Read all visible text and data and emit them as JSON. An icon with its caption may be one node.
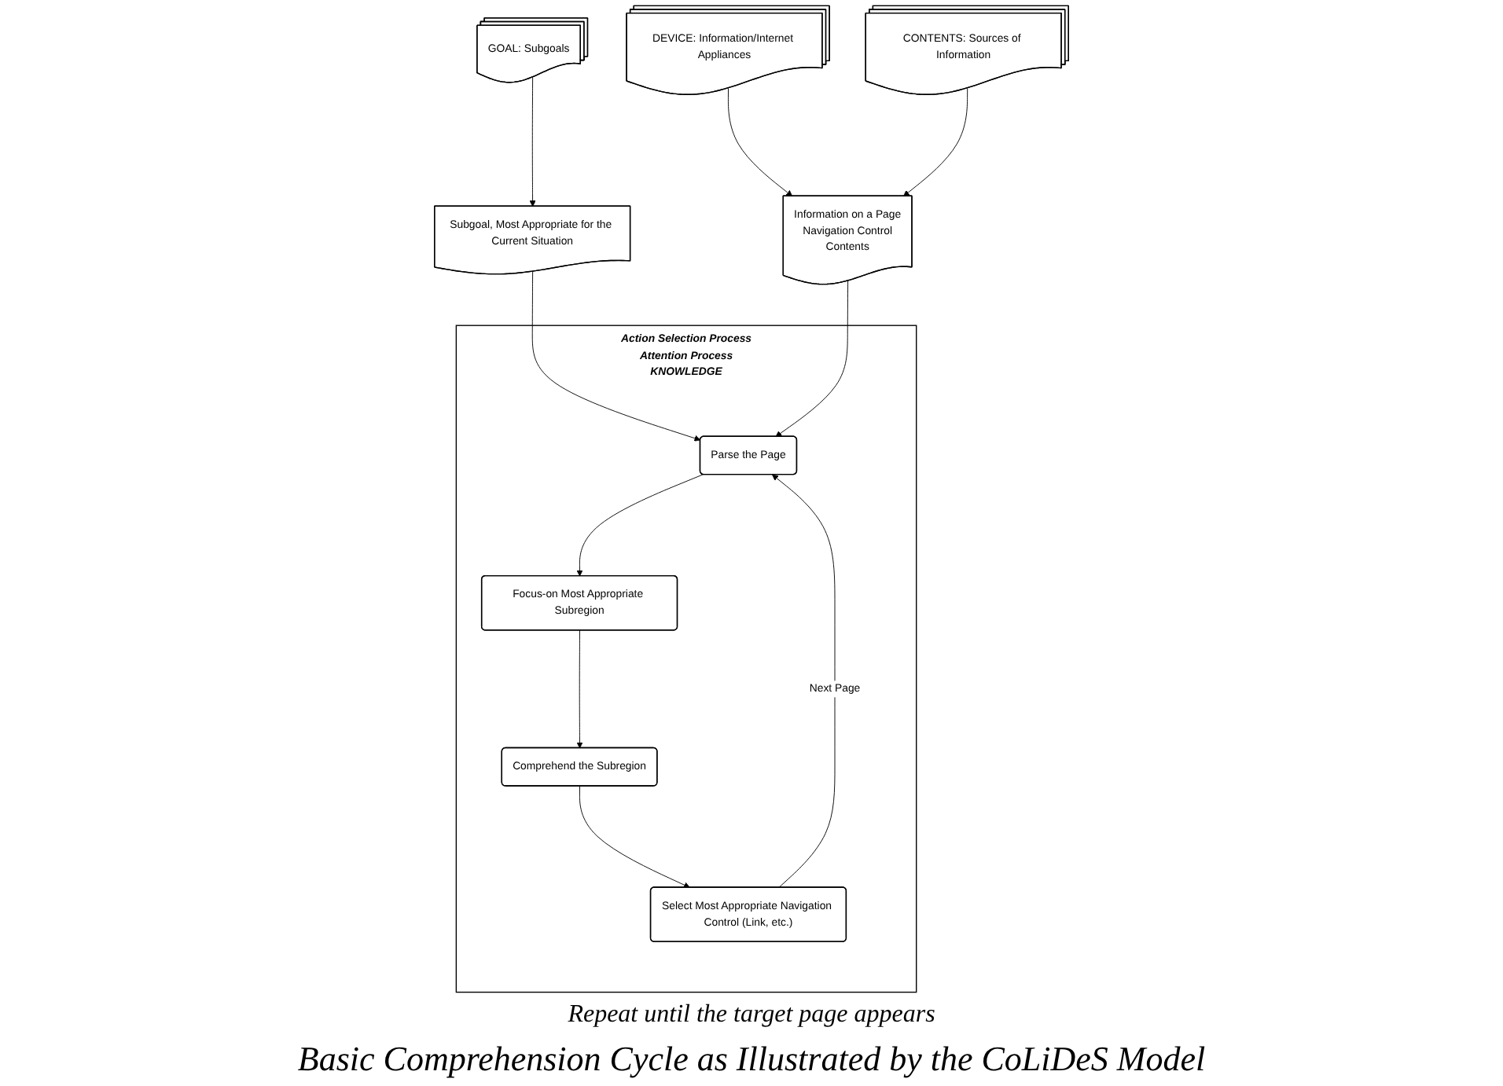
{
  "diagram": {
    "caption": "Basic Comprehension Cycle as Illustrated by the CoLiDeS Model",
    "nodes": [
      {
        "text": [
          "GOAL: Subgoals"
        ]
      },
      {
        "text": [
          "DEVICE: Information/Internet Appliances"
        ]
      },
      {
        "text": [
          "CONTENTS: Sources of Information"
        ]
      },
      {
        "text": [
          "Subgoal, Most Appropriate for the Current Situation"
        ]
      },
      {
        "text": [
          "Information on a Page",
          "Navigation Control",
          "Contents"
        ]
      },
      {
        "text": [
          "Action Selection Process",
          "Attention Process",
          "KNOWLEDGE"
        ]
      },
      {
        "text": [
          "Select Most Appropriate Navigation Control (Link, etc.)"
        ],
        "in": 5
      },
      {
        "text": [
          "Parse the Page"
        ],
        "in": 5
      },
      {
        "text": [
          "Comprehend the Subregion"
        ],
        "in": 5
      },
      {
        "text": [
          "Focus-on Most Appropriate Subregion"
        ],
        "in": 5
      }
    ],
    "edges": [
      {
        "from": 0,
        "to": 3,
        "arrow": "to"
      },
      {
        "from": 1,
        "to": 4,
        "arrow": "to"
      },
      {
        "from": 2,
        "to": 4,
        "arrow": "to"
      },
      {
        "from": 3,
        "to": 7,
        "arrow": "to"
      },
      {
        "from": 4,
        "to": 7,
        "arrow": "to"
      },
      {
        "from": 6,
        "to": 7,
        "arrow": "to",
        "label": "Next Page"
      },
      {
        "from": 7,
        "to": 9,
        "arrow": "to"
      },
      {
        "from": 9,
        "to": 8,
        "arrow": "to"
      },
      {
        "from": 8,
        "to": 6,
        "arrow": "to"
      }
    ],
    "labels": [
      "Repeat until the target page appears"
    ]
  }
}
